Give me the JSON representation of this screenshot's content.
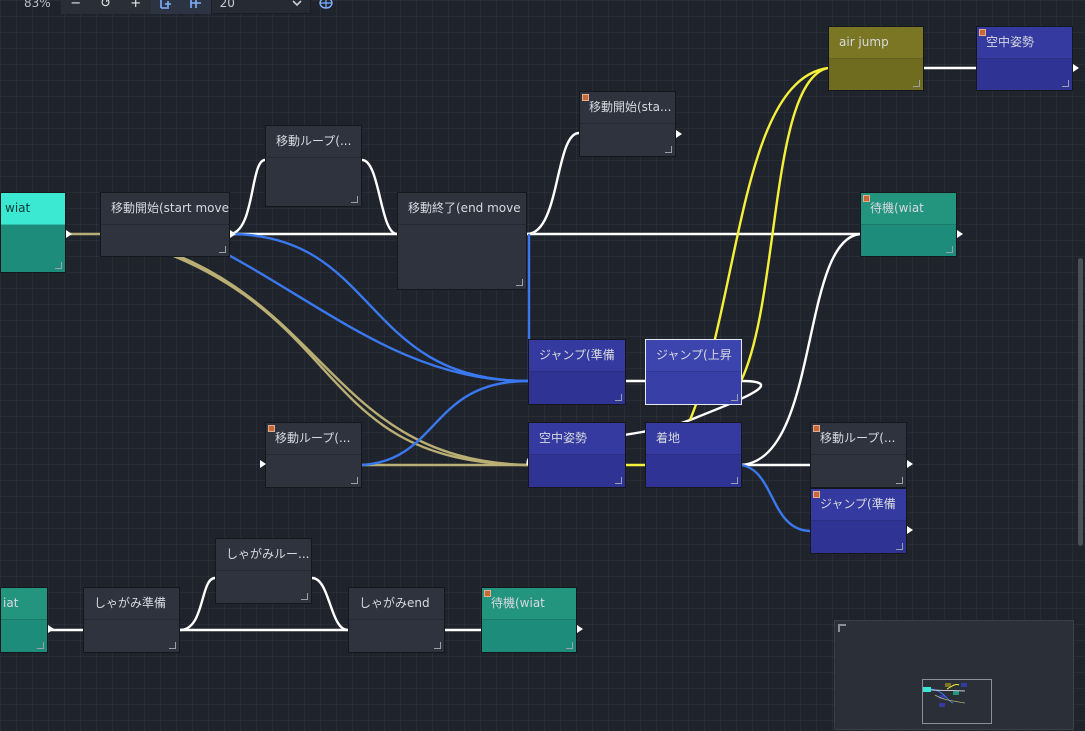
{
  "toolbar": {
    "zoom": "83%",
    "zoom_out_glyph": "−",
    "zoom_reset_glyph": "↺",
    "zoom_in_glyph": "+",
    "snap_value": "20",
    "icons": [
      "zoom-out-icon",
      "zoom-reset-icon",
      "zoom-in-icon",
      "snap-toggle-icon",
      "grid-pattern-icon",
      "chevron-down-icon",
      "minimap-toggle-icon"
    ]
  },
  "nodes": {
    "wait_left": "wiat",
    "move_start_1": "移動開始(start move",
    "move_loop_1": "移動ループ(...",
    "move_end": "移動終了(end move",
    "move_start_2": "移動開始(sta...",
    "air_jump": "air jump",
    "air_pose_1": "空中姿勢",
    "wait_right": "待機(wiat",
    "jump_prep_1": "ジャンプ(準備",
    "jump_rise": "ジャンプ(上昇",
    "move_loop_2": "移動ループ(...",
    "air_pose_2": "空中姿勢",
    "landing": "着地",
    "move_loop_3": "移動ループ(...",
    "jump_prep_2": "ジャンプ(準備",
    "wait_left_2": "iat",
    "crouch_prep": "しゃがみ準備",
    "crouch_loop": "しゃがみルー...",
    "crouch_end": "しゃがみend",
    "wait_bottom": "待機(wiat"
  },
  "colors": {
    "canvas": "#1f232b",
    "wire_default": "#ffffff",
    "wire_blue": "#3a78f0",
    "wire_yellow": "#f5f03a",
    "wire_tan": "#b9ae74"
  }
}
